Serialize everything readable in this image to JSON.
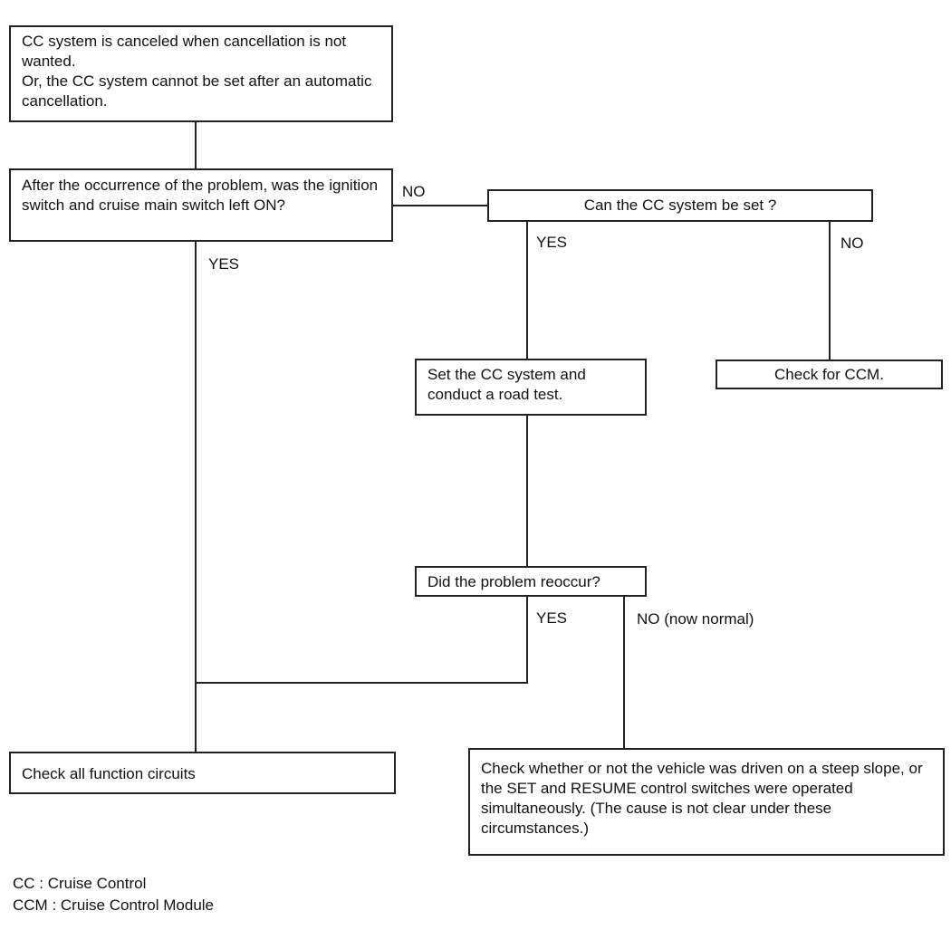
{
  "nodes": {
    "start": "CC system is canceled when cancellation is not wanted.\nOr, the CC system cannot be set after an automatic cancellation.",
    "ignition_question": "After the occurrence of the problem, was the ignition switch and cruise main switch left ON?",
    "can_set_question": "Can the CC system be set ?",
    "road_test": "Set the CC system and conduct a road test.",
    "check_ccm": "Check for CCM.",
    "reoccur_question": "Did the problem reoccur?",
    "check_circuits": "Check all function circuits",
    "check_driving": "Check whether or not the vehicle was driven on a steep slope, or the SET and RESUME control switches were operated simultaneously. (The cause is not clear under these circumstances.)"
  },
  "edge_labels": {
    "ignition_no": "NO",
    "ignition_yes": "YES",
    "can_set_yes": "YES",
    "can_set_no": "NO",
    "reoccur_yes": "YES",
    "reoccur_no": "NO (now normal)"
  },
  "legend": [
    "CC : Cruise Control",
    "CCM : Cruise Control Module"
  ]
}
